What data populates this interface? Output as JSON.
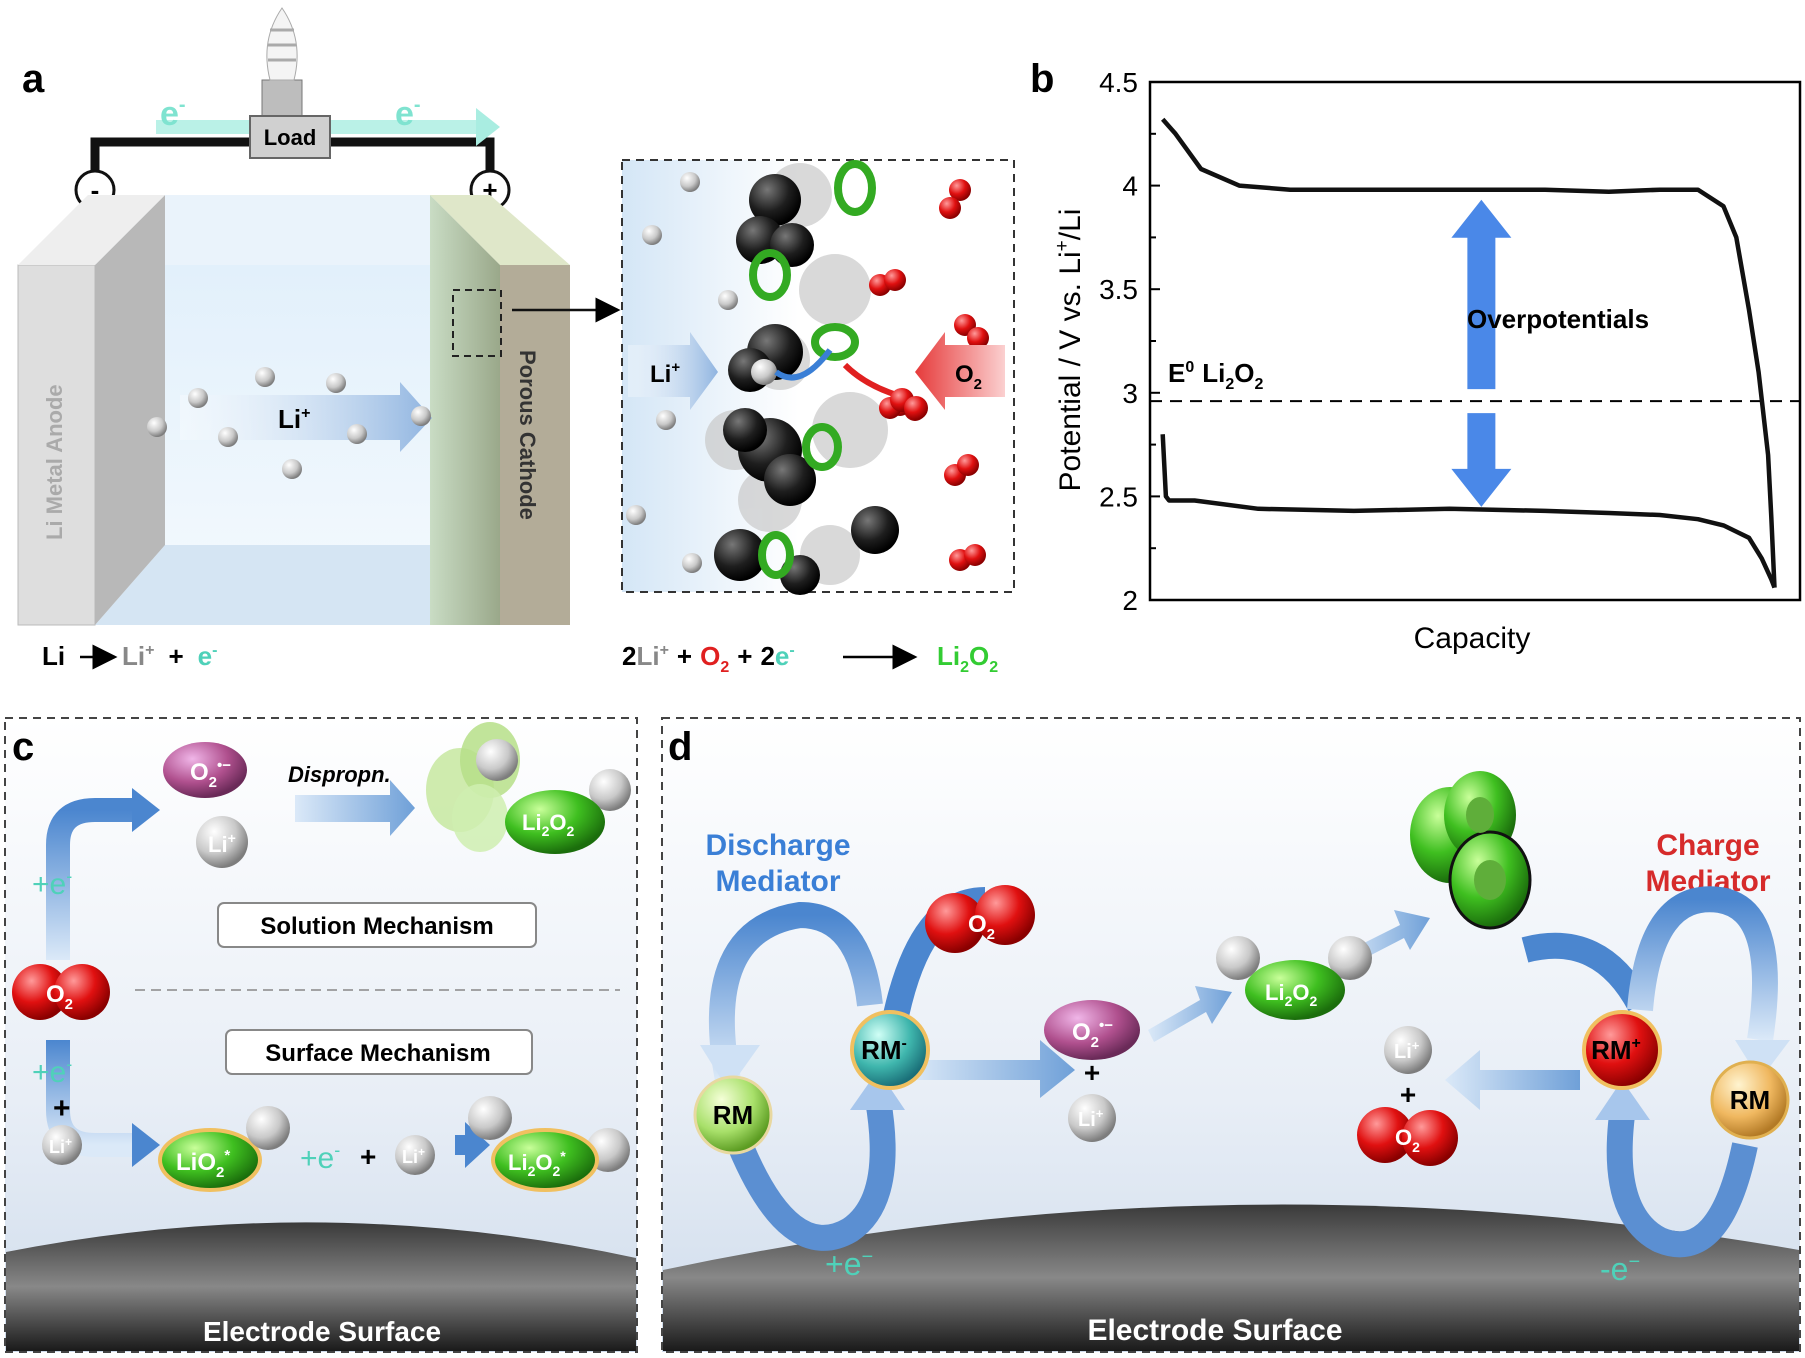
{
  "panel_a": {
    "letter": "a",
    "load_label": "Load",
    "electron_left": "e",
    "electron_right": "e",
    "electron_sup": "-",
    "minus_terminal": "-",
    "plus_terminal": "+",
    "anode_label": "Li Metal Anode",
    "cathode_label": "Porous Cathode",
    "li_ion": "Li",
    "ion_sup": "+",
    "zoom_li_ion": "Li",
    "zoom_o2": "O",
    "zoom_o2_sub": "2",
    "eq_left": {
      "li": "Li",
      "li_ion": "Li",
      "sup": "+",
      "plus": "+",
      "e": "e",
      "e_sup": "-"
    },
    "eq_right": {
      "coef1": "2",
      "li": "Li",
      "sup": "+",
      "plus1": "+",
      "o": "O",
      "sub2": "2",
      "plus2": "+",
      "coef2": "2",
      "e": "e",
      "e_sup": "-",
      "product_li": "Li",
      "product_o": "O",
      "product_sub": "2"
    }
  },
  "panel_b": {
    "letter": "b",
    "ylabel_text": "Potential / V vs. Li",
    "ylabel_sup": "+",
    "ylabel_tail": "/Li",
    "xlabel": "Capacity",
    "overpotentials_label": "Overpotentials",
    "e0_label": "E",
    "e0_sup": "0",
    "e0_species": "Li",
    "e0_species2": "O",
    "e0_sub": "2"
  },
  "chart_data": {
    "type": "line",
    "xlabel": "Capacity",
    "ylabel": "Potential / V vs. Li+/Li",
    "ylim": [
      2,
      4.5
    ],
    "yticks": [
      "2",
      "2.5",
      "3",
      "3.5",
      "4",
      "4.5"
    ],
    "x_ticks_shown": false,
    "reference_line": {
      "y": 2.96,
      "label": "E0 Li2O2",
      "style": "dashed"
    },
    "series": [
      {
        "x": [
          0.0,
          0.02,
          0.06,
          0.12,
          0.2,
          0.3,
          0.4,
          0.5,
          0.6,
          0.7,
          0.78,
          0.84,
          0.88,
          0.9,
          0.92,
          0.935,
          0.95,
          0.955,
          0.96
        ],
        "y": [
          4.32,
          4.25,
          4.08,
          4.0,
          3.98,
          3.98,
          3.98,
          3.98,
          3.98,
          3.97,
          3.98,
          3.98,
          3.9,
          3.75,
          3.4,
          3.1,
          2.7,
          2.4,
          2.06
        ]
      },
      {
        "x": [
          0.0,
          0.005,
          0.01,
          0.05,
          0.15,
          0.3,
          0.45,
          0.6,
          0.7,
          0.78,
          0.84,
          0.88,
          0.9,
          0.92,
          0.94,
          0.955,
          0.96
        ],
        "y": [
          2.8,
          2.5,
          2.48,
          2.48,
          2.44,
          2.43,
          2.44,
          2.43,
          2.42,
          2.41,
          2.39,
          2.36,
          2.33,
          2.3,
          2.2,
          2.1,
          2.06
        ]
      }
    ],
    "overpotential_arrow": {
      "x": 0.5,
      "y_top": 3.98,
      "y_bottom": 2.43
    }
  },
  "panel_c": {
    "letter": "c",
    "solution_mechanism": "Solution Mechanism",
    "surface_mechanism": "Surface Mechanism",
    "dispropn": "Dispropn.",
    "electrode_surface": "Electrode Surface",
    "o2": "O",
    "sub2": "2",
    "superoxide": "O",
    "superoxide_sup": "•−",
    "li_plus": "Li",
    "plus_sup": "+",
    "plus_e": "+e",
    "e_sup": "-",
    "plus_sign": "+",
    "lio2": "LiO",
    "lio2_sup": "*",
    "li2o2": "Li",
    "li2o2_o": "O"
  },
  "panel_d": {
    "letter": "d",
    "discharge_mediator": [
      "Discharge",
      "Mediator"
    ],
    "charge_mediator": [
      "Charge",
      "Mediator"
    ],
    "rm": "RM",
    "rm_minus_sup": "-",
    "rm_plus_sup": "+",
    "o2": "O",
    "sub2": "2",
    "superoxide_sup": "•−",
    "li": "Li",
    "plus_sup": "+",
    "plus_sign": "+",
    "li2o2_li": "Li",
    "li2o2_o": "O",
    "plus_e": "+e",
    "minus_e": "-e",
    "e_sup": "−",
    "electrode_surface": "Electrode Surface"
  },
  "colors": {
    "electron_teal": "#4fd1b9",
    "o2_red": "#e02020",
    "li2o2_green": "#33cc33",
    "discharge_blue": "#3a7fd6",
    "charge_red": "#d62b2b",
    "arrow_blue": "#4a88e8"
  }
}
